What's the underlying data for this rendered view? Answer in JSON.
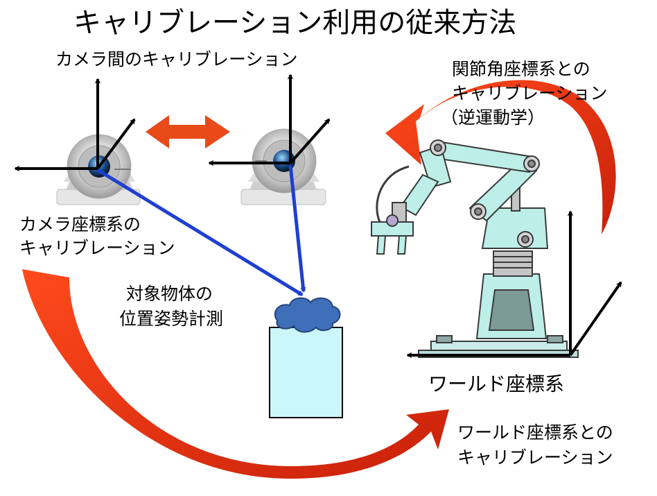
{
  "title": "キャリブレーション利用の従来方法",
  "labels": {
    "camera_between": "カメラ間のキャリブレーション",
    "camera_coord_line1": "カメラ座標系の",
    "camera_coord_line2": "キャリブレーション",
    "object_line1": "対象物体の",
    "object_line2": "位置姿勢計測",
    "joint_line1": "関節角座標系との",
    "joint_line2": "キャリブレーション",
    "joint_line3": "（逆運動学）",
    "world_coord": "ワールド座標系",
    "world_calib_line1": "ワールド座標系との",
    "world_calib_line2": "キャリブレーション"
  },
  "colors": {
    "arrow_red": "#e03a10",
    "arrow_red_dark": "#b81e05",
    "ray_blue": "#1f3fd0",
    "axis_black": "#000000",
    "object_box": "#ccf7fa",
    "cloud": "#3f6fb8",
    "robot_body": "#bdeee8",
    "robot_base": "#c9ecea",
    "joint_gray": "#d4d4d4"
  },
  "icons": [
    "camera-icon",
    "robot-arm-icon",
    "cloud-icon"
  ]
}
